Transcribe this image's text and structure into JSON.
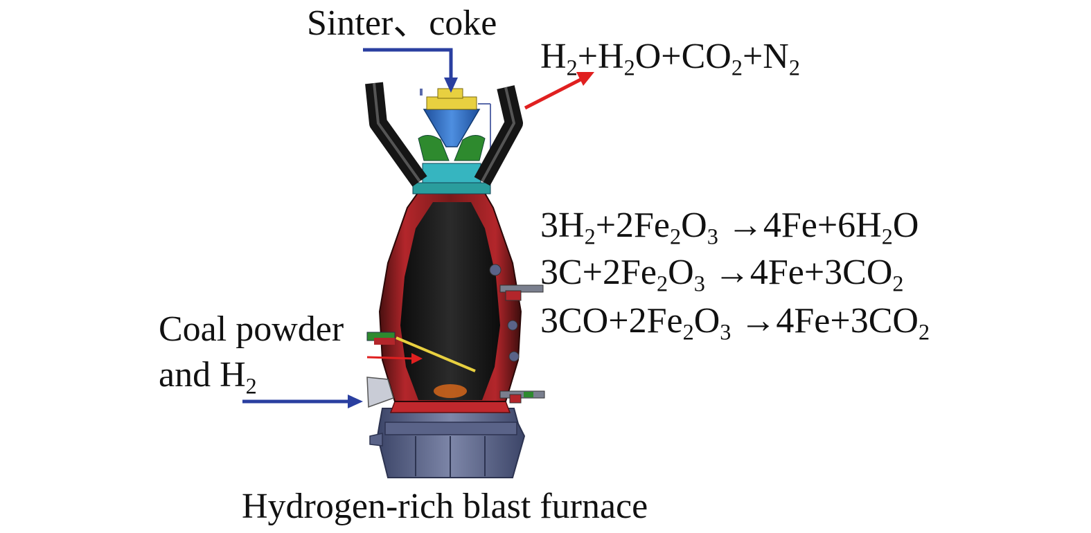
{
  "feed_label": "Sinter、coke",
  "off_gas": {
    "parts": [
      {
        "t": "H",
        "s": "2"
      },
      {
        "t": "+H",
        "s": "2"
      },
      {
        "t": "O+CO",
        "s": "2"
      },
      {
        "t": "+N",
        "s": "2"
      }
    ]
  },
  "reactions": [
    [
      {
        "t": "3H",
        "s": "2"
      },
      {
        "t": "+2Fe",
        "s": "2"
      },
      {
        "t": "O",
        "s": "3"
      },
      {
        "t": " →4Fe+6H",
        "s": "2"
      },
      {
        "t": "O",
        "s": ""
      }
    ],
    [
      {
        "t": "3C+2Fe",
        "s": "2"
      },
      {
        "t": "O",
        "s": "3"
      },
      {
        "t": " →4Fe+3CO",
        "s": "2"
      }
    ],
    [
      {
        "t": "3CO+2Fe",
        "s": "2"
      },
      {
        "t": "O",
        "s": "3"
      },
      {
        "t": " →4Fe+3CO",
        "s": "2"
      }
    ]
  ],
  "injection": {
    "line1": "Coal powder",
    "line2_text": "and H",
    "line2_sub": "2"
  },
  "caption": "Hydrogen-rich blast furnace",
  "colors": {
    "feed_arrow": "#2a3fa0",
    "gas_arrow": "#e02020",
    "injection_arrow": "#2a3fa0"
  }
}
